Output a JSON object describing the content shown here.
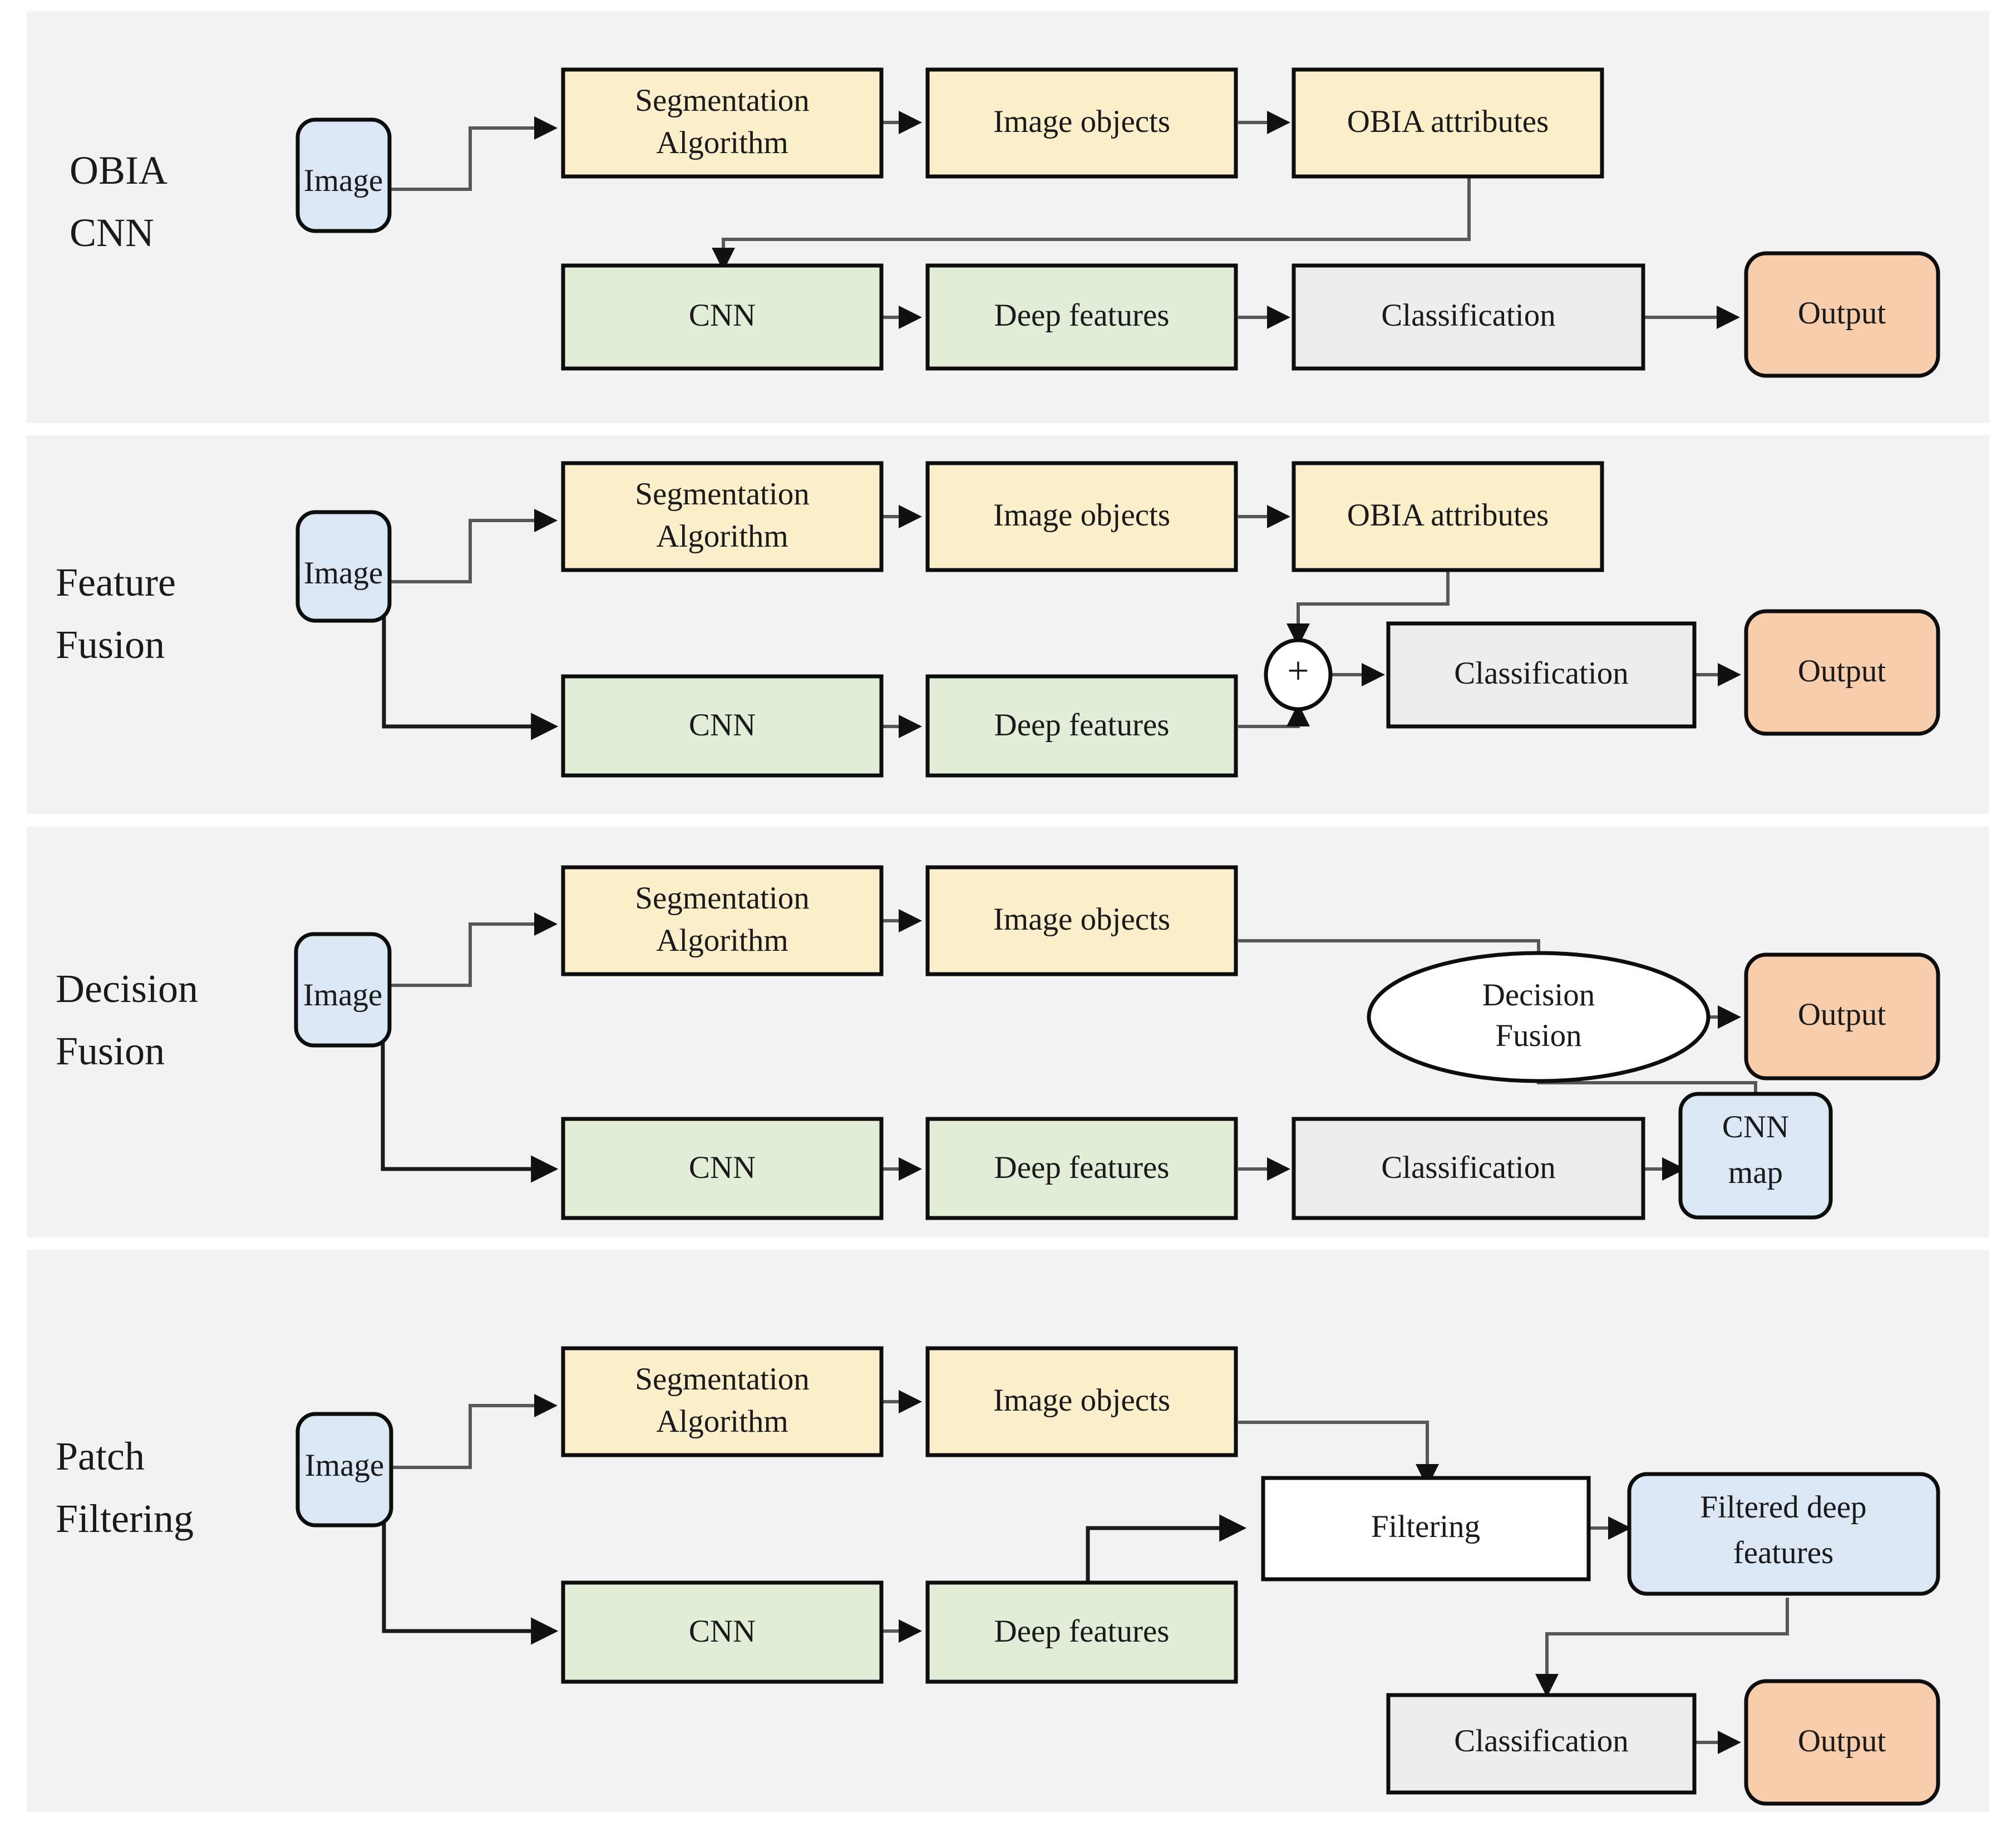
{
  "figure": {
    "type": "flowchart",
    "description": "Four OBIA-CNN integration strategies shown as stacked flow diagrams",
    "panel_count": 4
  },
  "colors": {
    "panel_background": "#f2f2f2",
    "page_background": "#ffffff",
    "input_blue": "#dce7f5",
    "obia_yellow": "#fbeecb",
    "cnn_green": "#e2edd8",
    "process_gray": "#ededed",
    "output_orange": "#f8cdab",
    "plain_white": "#ffffff",
    "node_border": "#0d0d0d",
    "edge": "#585858"
  },
  "panels": [
    {
      "id": "obia-cnn",
      "row_label_line1": "OBIA",
      "row_label_line2": "CNN",
      "nodes": [
        {
          "id": "image",
          "label": "Image",
          "shape": "rounded",
          "color": "input_blue"
        },
        {
          "id": "seg",
          "label_line1": "Segmentation",
          "label_line2": "Algorithm",
          "shape": "rect",
          "color": "obia_yellow"
        },
        {
          "id": "imgobj",
          "label": "Image objects",
          "shape": "rect",
          "color": "obia_yellow"
        },
        {
          "id": "obiaattr",
          "label": "OBIA attributes",
          "shape": "rect",
          "color": "obia_yellow"
        },
        {
          "id": "cnn",
          "label": "CNN",
          "shape": "rect",
          "color": "cnn_green"
        },
        {
          "id": "deepfeat",
          "label": "Deep features",
          "shape": "rect",
          "color": "cnn_green"
        },
        {
          "id": "classify",
          "label": "Classification",
          "shape": "rect",
          "color": "process_gray"
        },
        {
          "id": "output",
          "label": "Output",
          "shape": "rounded",
          "color": "output_orange"
        }
      ],
      "edges": [
        "Image -> Segmentation Algorithm",
        "Segmentation Algorithm -> Image objects",
        "Image objects -> OBIA attributes",
        "OBIA attributes -> CNN",
        "CNN -> Deep features",
        "Deep features -> Classification",
        "Classification -> Output"
      ]
    },
    {
      "id": "feature-fusion",
      "row_label_line1": "Feature",
      "row_label_line2": "Fusion",
      "nodes": [
        {
          "id": "image",
          "label": "Image",
          "shape": "rounded",
          "color": "input_blue"
        },
        {
          "id": "seg",
          "label_line1": "Segmentation",
          "label_line2": "Algorithm",
          "shape": "rect",
          "color": "obia_yellow"
        },
        {
          "id": "imgobj",
          "label": "Image objects",
          "shape": "rect",
          "color": "obia_yellow"
        },
        {
          "id": "obiaattr",
          "label": "OBIA attributes",
          "shape": "rect",
          "color": "obia_yellow"
        },
        {
          "id": "cnn",
          "label": "CNN",
          "shape": "rect",
          "color": "cnn_green"
        },
        {
          "id": "deepfeat",
          "label": "Deep features",
          "shape": "rect",
          "color": "cnn_green"
        },
        {
          "id": "fusion",
          "label": "+",
          "shape": "circle",
          "color": "plain_white"
        },
        {
          "id": "classify",
          "label": "Classification",
          "shape": "rect",
          "color": "process_gray"
        },
        {
          "id": "output",
          "label": "Output",
          "shape": "rounded",
          "color": "output_orange"
        }
      ],
      "edges": [
        "Image -> Segmentation Algorithm",
        "Image -> CNN",
        "Segmentation Algorithm -> Image objects",
        "Image objects -> OBIA attributes",
        "OBIA attributes -> +",
        "CNN -> Deep features",
        "Deep features -> +",
        "+ -> Classification",
        "Classification -> Output"
      ]
    },
    {
      "id": "decision-fusion",
      "row_label_line1": "Decision",
      "row_label_line2": "Fusion",
      "nodes": [
        {
          "id": "image",
          "label": "Image",
          "shape": "rounded",
          "color": "input_blue"
        },
        {
          "id": "seg",
          "label_line1": "Segmentation",
          "label_line2": "Algorithm",
          "shape": "rect",
          "color": "obia_yellow"
        },
        {
          "id": "imgobj",
          "label": "Image objects",
          "shape": "rect",
          "color": "obia_yellow"
        },
        {
          "id": "decfus",
          "label_line1": "Decision",
          "label_line2": "Fusion",
          "shape": "ellipse",
          "color": "plain_white"
        },
        {
          "id": "cnn",
          "label": "CNN",
          "shape": "rect",
          "color": "cnn_green"
        },
        {
          "id": "deepfeat",
          "label": "Deep features",
          "shape": "rect",
          "color": "cnn_green"
        },
        {
          "id": "classify",
          "label": "Classification",
          "shape": "rect",
          "color": "process_gray"
        },
        {
          "id": "cnnmap",
          "label_line1": "CNN",
          "label_line2": "map",
          "shape": "rounded",
          "color": "input_blue"
        },
        {
          "id": "output",
          "label": "Output",
          "shape": "rounded",
          "color": "output_orange"
        }
      ],
      "edges": [
        "Image -> Segmentation Algorithm",
        "Image -> CNN",
        "Segmentation Algorithm -> Image objects",
        "Image objects -> Decision Fusion",
        "CNN -> Deep features",
        "Deep features -> Classification",
        "Classification -> CNN map",
        "CNN map -> Decision Fusion",
        "Decision Fusion -> Output"
      ]
    },
    {
      "id": "patch-filtering",
      "row_label_line1": "Patch",
      "row_label_line2": "Filtering",
      "nodes": [
        {
          "id": "image",
          "label": "Image",
          "shape": "rounded",
          "color": "input_blue"
        },
        {
          "id": "seg",
          "label_line1": "Segmentation",
          "label_line2": "Algorithm",
          "shape": "rect",
          "color": "obia_yellow"
        },
        {
          "id": "imgobj",
          "label": "Image objects",
          "shape": "rect",
          "color": "obia_yellow"
        },
        {
          "id": "filtering",
          "label": "Filtering",
          "shape": "rect",
          "color": "plain_white"
        },
        {
          "id": "filtdeep",
          "label_line1": "Filtered deep",
          "label_line2": "features",
          "shape": "rounded",
          "color": "input_blue"
        },
        {
          "id": "cnn",
          "label": "CNN",
          "shape": "rect",
          "color": "cnn_green"
        },
        {
          "id": "deepfeat",
          "label": "Deep features",
          "shape": "rect",
          "color": "cnn_green"
        },
        {
          "id": "classify",
          "label": "Classification",
          "shape": "rect",
          "color": "process_gray"
        },
        {
          "id": "output",
          "label": "Output",
          "shape": "rounded",
          "color": "output_orange"
        }
      ],
      "edges": [
        "Image -> Segmentation Algorithm",
        "Image -> CNN",
        "Segmentation Algorithm -> Image objects",
        "Image objects -> Filtering",
        "CNN -> Deep features",
        "Deep features -> Filtering",
        "Filtering -> Filtered deep features",
        "Filtered deep features -> Classification",
        "Classification -> Output"
      ]
    }
  ]
}
